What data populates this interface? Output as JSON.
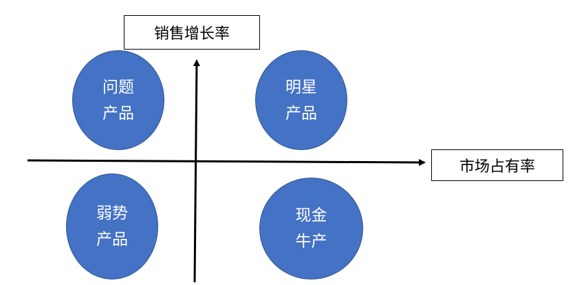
{
  "axes": {
    "y_label": "销售增长率",
    "x_label": "市场占有率"
  },
  "colors": {
    "bubble_fill": "#4472c4",
    "bubble_border": "#2f528f",
    "axis": "#000000"
  },
  "quadrants": {
    "question": {
      "line1": "问题",
      "line2": "产品"
    },
    "star": {
      "line1": "明星",
      "line2": "产品"
    },
    "dog": {
      "line1": "弱势",
      "line2": "产品"
    },
    "cow": {
      "line1": "现金",
      "line2": "牛产"
    }
  }
}
